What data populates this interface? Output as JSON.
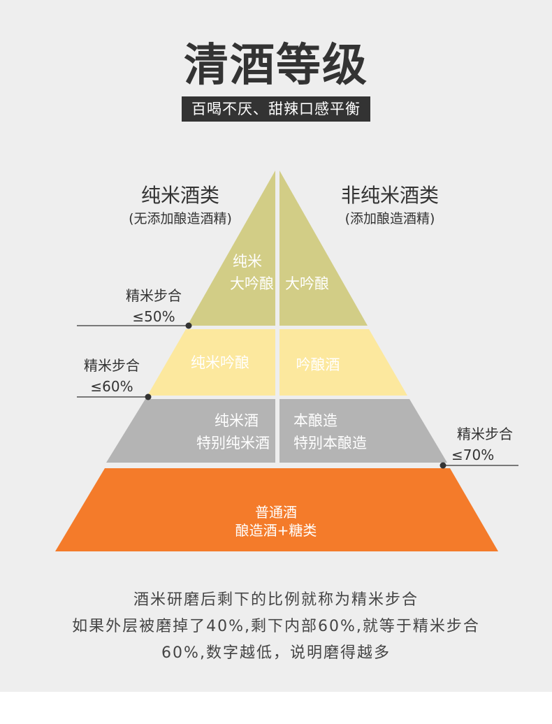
{
  "header": {
    "title": "清酒等级",
    "subtitle": "百喝不厌、甜辣口感平衡"
  },
  "categories": {
    "left": {
      "name": "纯米酒类",
      "note": "(无添加酿造酒精)"
    },
    "right": {
      "name": "非纯米酒类",
      "note": "(添加酿造酒精)"
    }
  },
  "pyramid": {
    "tiers": [
      {
        "level": 1,
        "left": [
          "纯米",
          "大吟酿"
        ],
        "right": [
          "大吟酿"
        ],
        "color": "#d2cd86"
      },
      {
        "level": 2,
        "left": [
          "纯米吟酿"
        ],
        "right": [
          "吟酿酒"
        ],
        "color": "#fce89e"
      },
      {
        "level": 3,
        "left": [
          "纯米酒",
          "特别纯米酒"
        ],
        "right": [
          "本酿造",
          "特别本酿造"
        ],
        "color": "#b4b4b4"
      },
      {
        "level": 4,
        "center": [
          "普通酒",
          "酿造酒+糖类"
        ],
        "color": "#f47b2a"
      }
    ]
  },
  "polishing": [
    {
      "label": "精米步合",
      "value": "≤50%"
    },
    {
      "label": "精米步合",
      "value": "≤60%"
    },
    {
      "label": "精米步合",
      "value": "≤70%"
    }
  ],
  "explanation": {
    "line1": "酒米研磨后剩下的比例就称为精米步合",
    "line2": "如果外层被磨掉了40%,剩下内部60%,就等于精米步合",
    "line3": "60%,数字越低，说明磨得越多"
  }
}
